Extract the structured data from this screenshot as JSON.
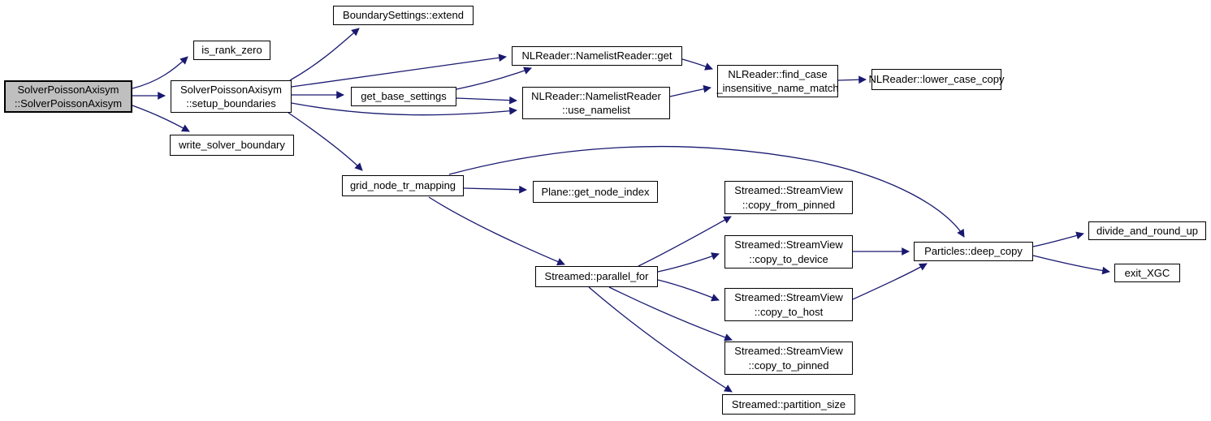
{
  "diagram": {
    "type": "call-graph",
    "colors": {
      "background": "#ffffff",
      "edge": "#191970",
      "node_border": "#000000",
      "node_fill": "#ffffff",
      "root_fill": "#bfbfbf",
      "text": "#000000"
    },
    "nodes": {
      "root": {
        "label": "SolverPoissonAxisym\n::SolverPoissonAxisym"
      },
      "is_rank_zero": {
        "label": "is_rank_zero"
      },
      "setup_boundaries": {
        "label": "SolverPoissonAxisym\n::setup_boundaries"
      },
      "write_solver_boundary": {
        "label": "write_solver_boundary"
      },
      "boundary_settings_extend": {
        "label": "BoundarySettings::extend"
      },
      "namelist_reader_get": {
        "label": "NLReader::NamelistReader::get"
      },
      "get_base_settings": {
        "label": "get_base_settings"
      },
      "use_namelist": {
        "label": "NLReader::NamelistReader\n::use_namelist"
      },
      "find_case_insensitive_name_match": {
        "label": "NLReader::find_case\n_insensitive_name_match"
      },
      "lower_case_copy": {
        "label": "NLReader::lower_case_copy"
      },
      "grid_node_tr_mapping": {
        "label": "grid_node_tr_mapping"
      },
      "plane_get_node_index": {
        "label": "Plane::get_node_index"
      },
      "parallel_for": {
        "label": "Streamed::parallel_for"
      },
      "copy_from_pinned": {
        "label": "Streamed::StreamView\n::copy_from_pinned"
      },
      "copy_to_device": {
        "label": "Streamed::StreamView\n::copy_to_device"
      },
      "copy_to_host": {
        "label": "Streamed::StreamView\n::copy_to_host"
      },
      "copy_to_pinned": {
        "label": "Streamed::StreamView\n::copy_to_pinned"
      },
      "partition_size": {
        "label": "Streamed::partition_size"
      },
      "deep_copy": {
        "label": "Particles::deep_copy"
      },
      "divide_and_round_up": {
        "label": "divide_and_round_up"
      },
      "exit_xgc": {
        "label": "exit_XGC"
      }
    },
    "edges": [
      {
        "from": "root",
        "to": "is_rank_zero"
      },
      {
        "from": "root",
        "to": "setup_boundaries"
      },
      {
        "from": "root",
        "to": "write_solver_boundary"
      },
      {
        "from": "setup_boundaries",
        "to": "boundary_settings_extend"
      },
      {
        "from": "setup_boundaries",
        "to": "namelist_reader_get"
      },
      {
        "from": "setup_boundaries",
        "to": "get_base_settings"
      },
      {
        "from": "setup_boundaries",
        "to": "use_namelist"
      },
      {
        "from": "setup_boundaries",
        "to": "grid_node_tr_mapping"
      },
      {
        "from": "get_base_settings",
        "to": "namelist_reader_get"
      },
      {
        "from": "get_base_settings",
        "to": "use_namelist"
      },
      {
        "from": "namelist_reader_get",
        "to": "find_case_insensitive_name_match"
      },
      {
        "from": "use_namelist",
        "to": "find_case_insensitive_name_match"
      },
      {
        "from": "find_case_insensitive_name_match",
        "to": "lower_case_copy"
      },
      {
        "from": "grid_node_tr_mapping",
        "to": "plane_get_node_index"
      },
      {
        "from": "grid_node_tr_mapping",
        "to": "parallel_for"
      },
      {
        "from": "grid_node_tr_mapping",
        "to": "deep_copy"
      },
      {
        "from": "parallel_for",
        "to": "copy_from_pinned"
      },
      {
        "from": "parallel_for",
        "to": "copy_to_device"
      },
      {
        "from": "parallel_for",
        "to": "copy_to_host"
      },
      {
        "from": "parallel_for",
        "to": "copy_to_pinned"
      },
      {
        "from": "parallel_for",
        "to": "partition_size"
      },
      {
        "from": "copy_to_device",
        "to": "deep_copy"
      },
      {
        "from": "copy_to_host",
        "to": "deep_copy"
      },
      {
        "from": "deep_copy",
        "to": "divide_and_round_up"
      },
      {
        "from": "deep_copy",
        "to": "exit_xgc"
      }
    ]
  }
}
